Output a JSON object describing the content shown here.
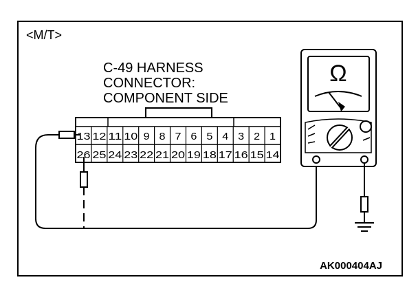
{
  "variant_label": "<M/T>",
  "connector_label": {
    "line1": "C-49 HARNESS",
    "line2": "CONNECTOR:",
    "line3": "COMPONENT SIDE"
  },
  "connector": {
    "top_row": [
      "13",
      "12",
      "11",
      "10",
      "9",
      "8",
      "7",
      "6",
      "5",
      "4",
      "3",
      "2",
      "1"
    ],
    "bottom_row": [
      "26",
      "25",
      "24",
      "23",
      "22",
      "21",
      "20",
      "19",
      "18",
      "17",
      "16",
      "15",
      "14"
    ]
  },
  "meter": {
    "unit_symbol": "Ω"
  },
  "figure_code": "AK000404AJ"
}
